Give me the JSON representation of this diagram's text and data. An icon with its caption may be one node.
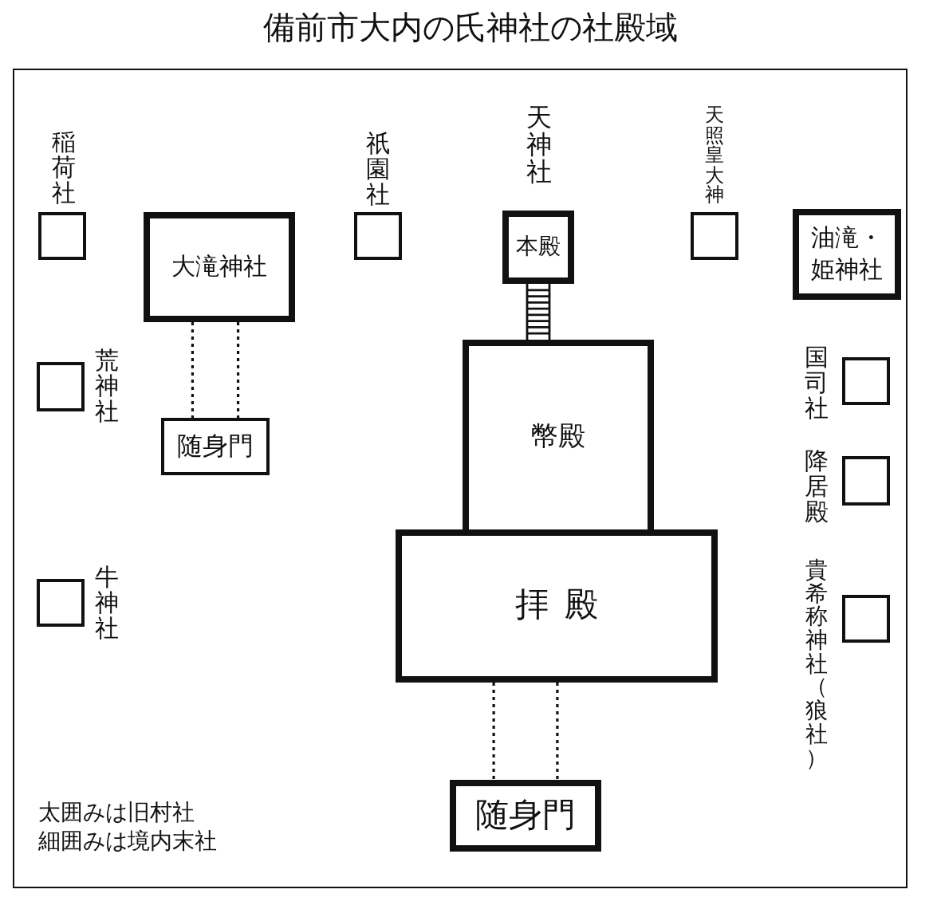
{
  "diagram": {
    "title": "備前市大内の氏神社の社殿域",
    "nodes": [
      {
        "text": [
          "稲荷社"
        ]
      },
      {
        "text": [
          "大滝神社"
        ]
      },
      {
        "text": [
          "祇園社"
        ]
      },
      {
        "text": [
          "天神社",
          "本殿"
        ]
      },
      {
        "text": [
          "天照皇大神"
        ]
      },
      {
        "text": [
          "油滝・姫神社"
        ]
      },
      {
        "text": [
          "荒神社"
        ]
      },
      {
        "text": [
          "随身門"
        ]
      },
      {
        "text": [
          "幣殿"
        ]
      },
      {
        "text": [
          "国司社"
        ]
      },
      {
        "text": [
          "降居殿"
        ]
      },
      {
        "text": [
          "牛神社"
        ]
      },
      {
        "text": [
          "拝殿"
        ]
      },
      {
        "text": [
          "貴希称神社（狼社）"
        ]
      },
      {
        "text": [
          "随身門"
        ]
      }
    ],
    "edges": [
      {
        "from": 1,
        "to": 7,
        "arrow": "none",
        "style": "dashed"
      },
      {
        "from": 1,
        "to": 7,
        "arrow": "none",
        "style": "dashed"
      },
      {
        "from": 3,
        "to": 8,
        "arrow": "none"
      },
      {
        "from": 12,
        "to": 14,
        "arrow": "none",
        "style": "dashed"
      },
      {
        "from": 12,
        "to": 14,
        "arrow": "none",
        "style": "dashed"
      }
    ],
    "labels": [
      "太囲みは旧村社",
      "細囲みは境内末社"
    ]
  }
}
